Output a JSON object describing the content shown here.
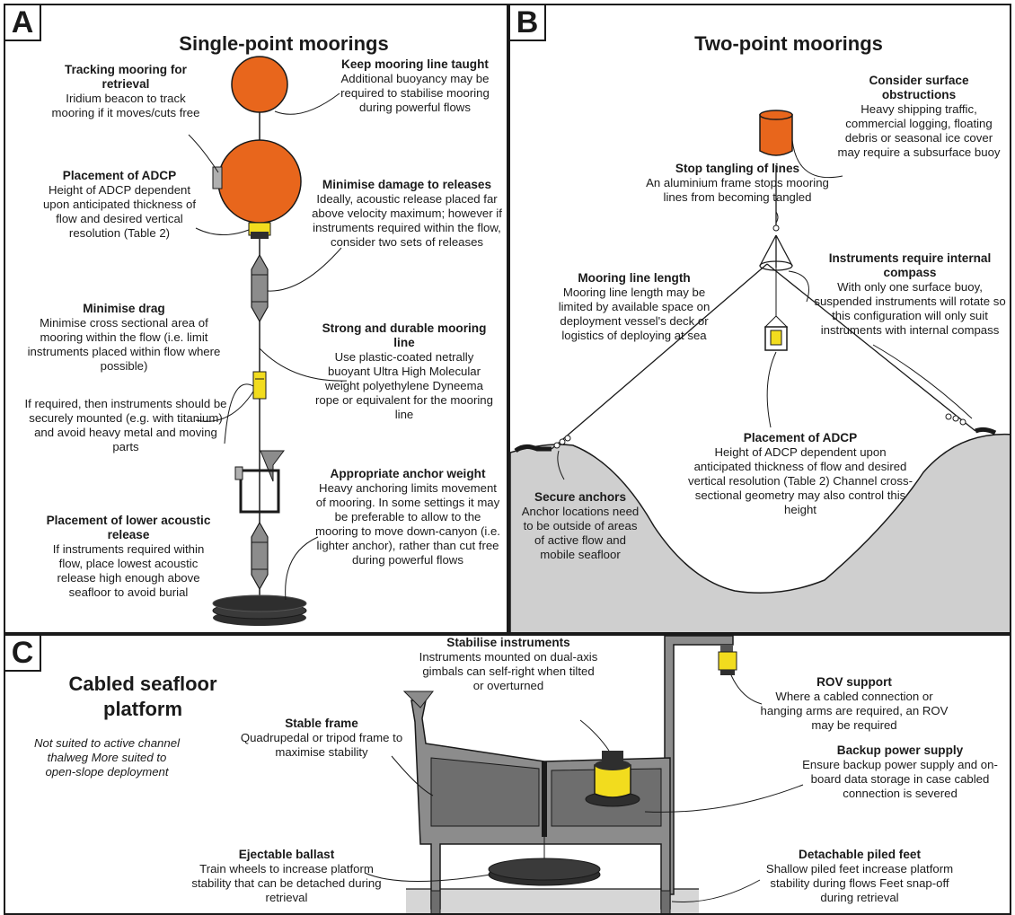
{
  "panels": {
    "a": {
      "label": "A",
      "title": "Single-point moorings",
      "notes": [
        {
          "heading": "Tracking mooring for retrieval",
          "body": "Iridium beacon to track mooring if it moves/cuts free"
        },
        {
          "heading": "Keep mooring line taught",
          "body": "Additional buoyancy may be required to stabilise mooring during powerful flows"
        },
        {
          "heading": "Placement of ADCP",
          "body": "Height of ADCP dependent upon anticipated thickness of flow and desired vertical resolution (Table 2)"
        },
        {
          "heading": "Minimise damage to releases",
          "body": "Ideally, acoustic release placed far above velocity maximum; however if instruments required within the flow, consider two sets of releases"
        },
        {
          "heading": "Minimise drag",
          "body": "Minimise cross sectional area of mooring within the flow (i.e. limit instruments placed within flow where possible)"
        },
        {
          "heading": "Strong and durable mooring line",
          "body": "Use plastic-coated netrally buoyant Ultra High Molecular weight polyethylene Dyneema rope or equivalent for the mooring line"
        },
        {
          "heading": "",
          "body": "If required, then instruments should be securely mounted (e.g. with titanium) and avoid heavy metal and moving parts"
        },
        {
          "heading": "Appropriate anchor weight",
          "body": "Heavy anchoring limits movement of mooring. In some settings it may be preferable to allow to the mooring to move down-canyon (i.e. lighter anchor), rather than cut free during powerful flows"
        },
        {
          "heading": "Placement of lower acoustic release",
          "body": "If instruments required within flow, place lowest acoustic release high enough above seafloor to avoid burial"
        }
      ]
    },
    "b": {
      "label": "B",
      "title": "Two-point moorings",
      "notes": [
        {
          "heading": "Consider surface obstructions",
          "body": "Heavy shipping traffic, commercial logging, floating debris or seasonal ice cover may require a subsurface buoy"
        },
        {
          "heading": "Stop tangling of lines",
          "body": "An aluminium frame stops mooring lines from becoming tangled"
        },
        {
          "heading": "Mooring line length",
          "body": "Mooring line length may be limited by available space on deployment vessel's deck or logistics of deploying at sea"
        },
        {
          "heading": "Instruments require internal compass",
          "body": "With only one surface buoy, suspended instruments will rotate so this configuration will only suit instruments with internal compass"
        },
        {
          "heading": "Placement of ADCP",
          "body": "Height of ADCP dependent upon anticipated thickness of flow and desired vertical resolution (Table 2) Channel cross-sectional geometry may also control this height"
        },
        {
          "heading": "Secure anchors",
          "body": "Anchor locations need to be outside of areas of active flow and mobile seafloor"
        }
      ]
    },
    "c": {
      "label": "C",
      "title": "Cabled seafloor platform",
      "side_note": "Not suited to active channel thalweg More suited to open-slope deployment",
      "notes": [
        {
          "heading": "Stabilise instruments",
          "body": "Instruments mounted on dual-axis gimbals can self-right when tilted or overturned"
        },
        {
          "heading": "ROV support",
          "body": "Where a cabled connection or hanging arms are required, an ROV may be required"
        },
        {
          "heading": "Stable frame",
          "body": "Quadrupedal or tripod frame to maximise stability"
        },
        {
          "heading": "Backup power supply",
          "body": "Ensure backup power supply and on-board data storage in case cabled connection is severed"
        },
        {
          "heading": "Ejectable ballast",
          "body": "Train wheels to increase platform stability that can be detached during retrieval"
        },
        {
          "heading": "Detachable piled feet",
          "body": "Shallow piled feet increase platform stability during flows Feet snap-off during retrieval"
        }
      ]
    }
  },
  "colors": {
    "buoy": "#e8661c",
    "instrument": "#f2dc1e",
    "frame": "#8c8c8c",
    "dark": "#2e2e2e",
    "seafloor": "#cfcfcf"
  }
}
